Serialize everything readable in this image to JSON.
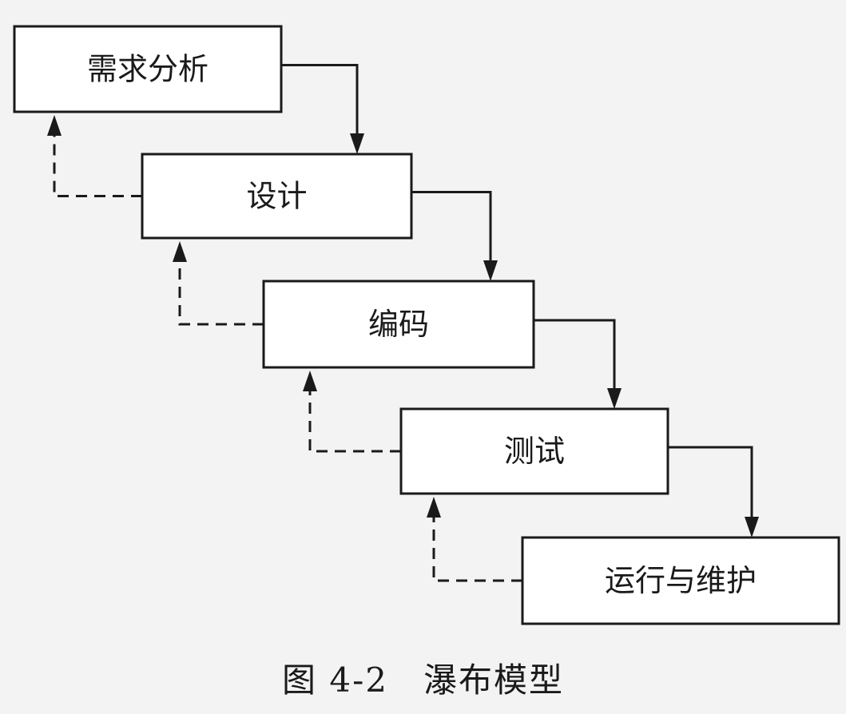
{
  "diagram": {
    "title": "图 4-2　瀑布模型",
    "stages": [
      {
        "label": "需求分析"
      },
      {
        "label": "设计"
      },
      {
        "label": "编码"
      },
      {
        "label": "测试"
      },
      {
        "label": "运行与维护"
      }
    ]
  }
}
